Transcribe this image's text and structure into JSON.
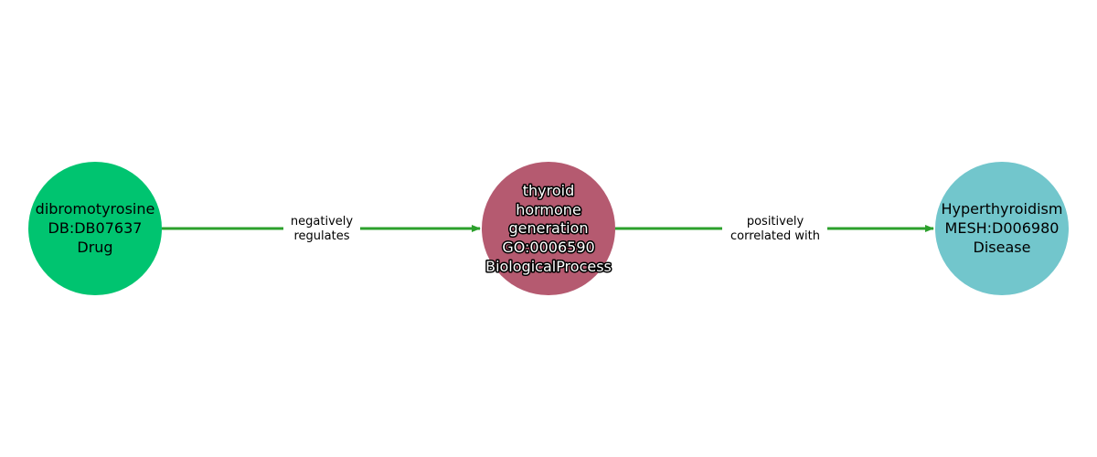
{
  "nodes": [
    {
      "lines": [
        "dibromotyrosine",
        "DB:DB07637",
        "Drug"
      ],
      "color": "#00c470"
    },
    {
      "lines": [
        "thyroid",
        "hormone",
        "generation",
        "GO:0006590",
        "BiologicalProcess"
      ],
      "color": "#b55a70"
    },
    {
      "lines": [
        "Hyperthyroidism",
        "MESH:D006980",
        "Disease"
      ],
      "color": "#72c6cc"
    }
  ],
  "edges": [
    {
      "lines": [
        "negatively",
        "regulates"
      ]
    },
    {
      "lines": [
        "positively",
        "correlated with"
      ]
    }
  ],
  "edge_color": "#2ca02c"
}
